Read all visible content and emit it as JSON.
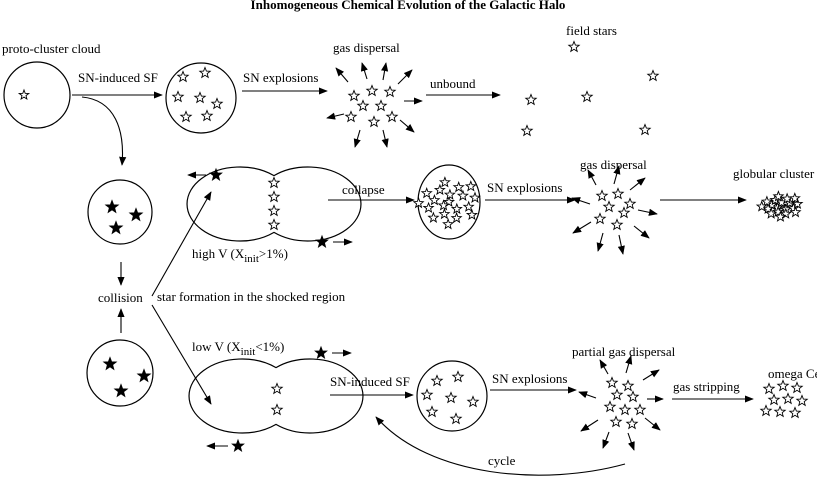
{
  "title": "Inhomogeneous Chemical Evolution of the Galactic Halo",
  "labels": {
    "proto_cluster_cloud": "proto-cluster cloud",
    "sn_induced_sf_top": "SN-induced SF",
    "sn_explosions_top": "SN explosions",
    "gas_dispersal_top": "gas dispersal",
    "unbound": "unbound",
    "field_stars": "field stars",
    "collapse": "collapse",
    "sn_explosions_mid": "SN explosions",
    "gas_dispersal_mid": "gas dispersal",
    "globular_cluster": "globular cluster",
    "high_v_prefix": "high V (X",
    "high_v_sub": "init",
    "high_v_suffix": ">1%)",
    "collision": "collision",
    "star_formation_shocked": "star formation in the shocked region",
    "low_v_prefix": "low V (X",
    "low_v_sub": "init",
    "low_v_suffix": "<1%)",
    "sn_induced_sf_bottom": "SN-induced SF",
    "sn_explosions_bottom": "SN explosions",
    "partial_gas_dispersal": "partial gas dispersal",
    "gas_stripping": "gas stripping",
    "omega_cen": "omega Cen",
    "cycle": "cycle"
  }
}
